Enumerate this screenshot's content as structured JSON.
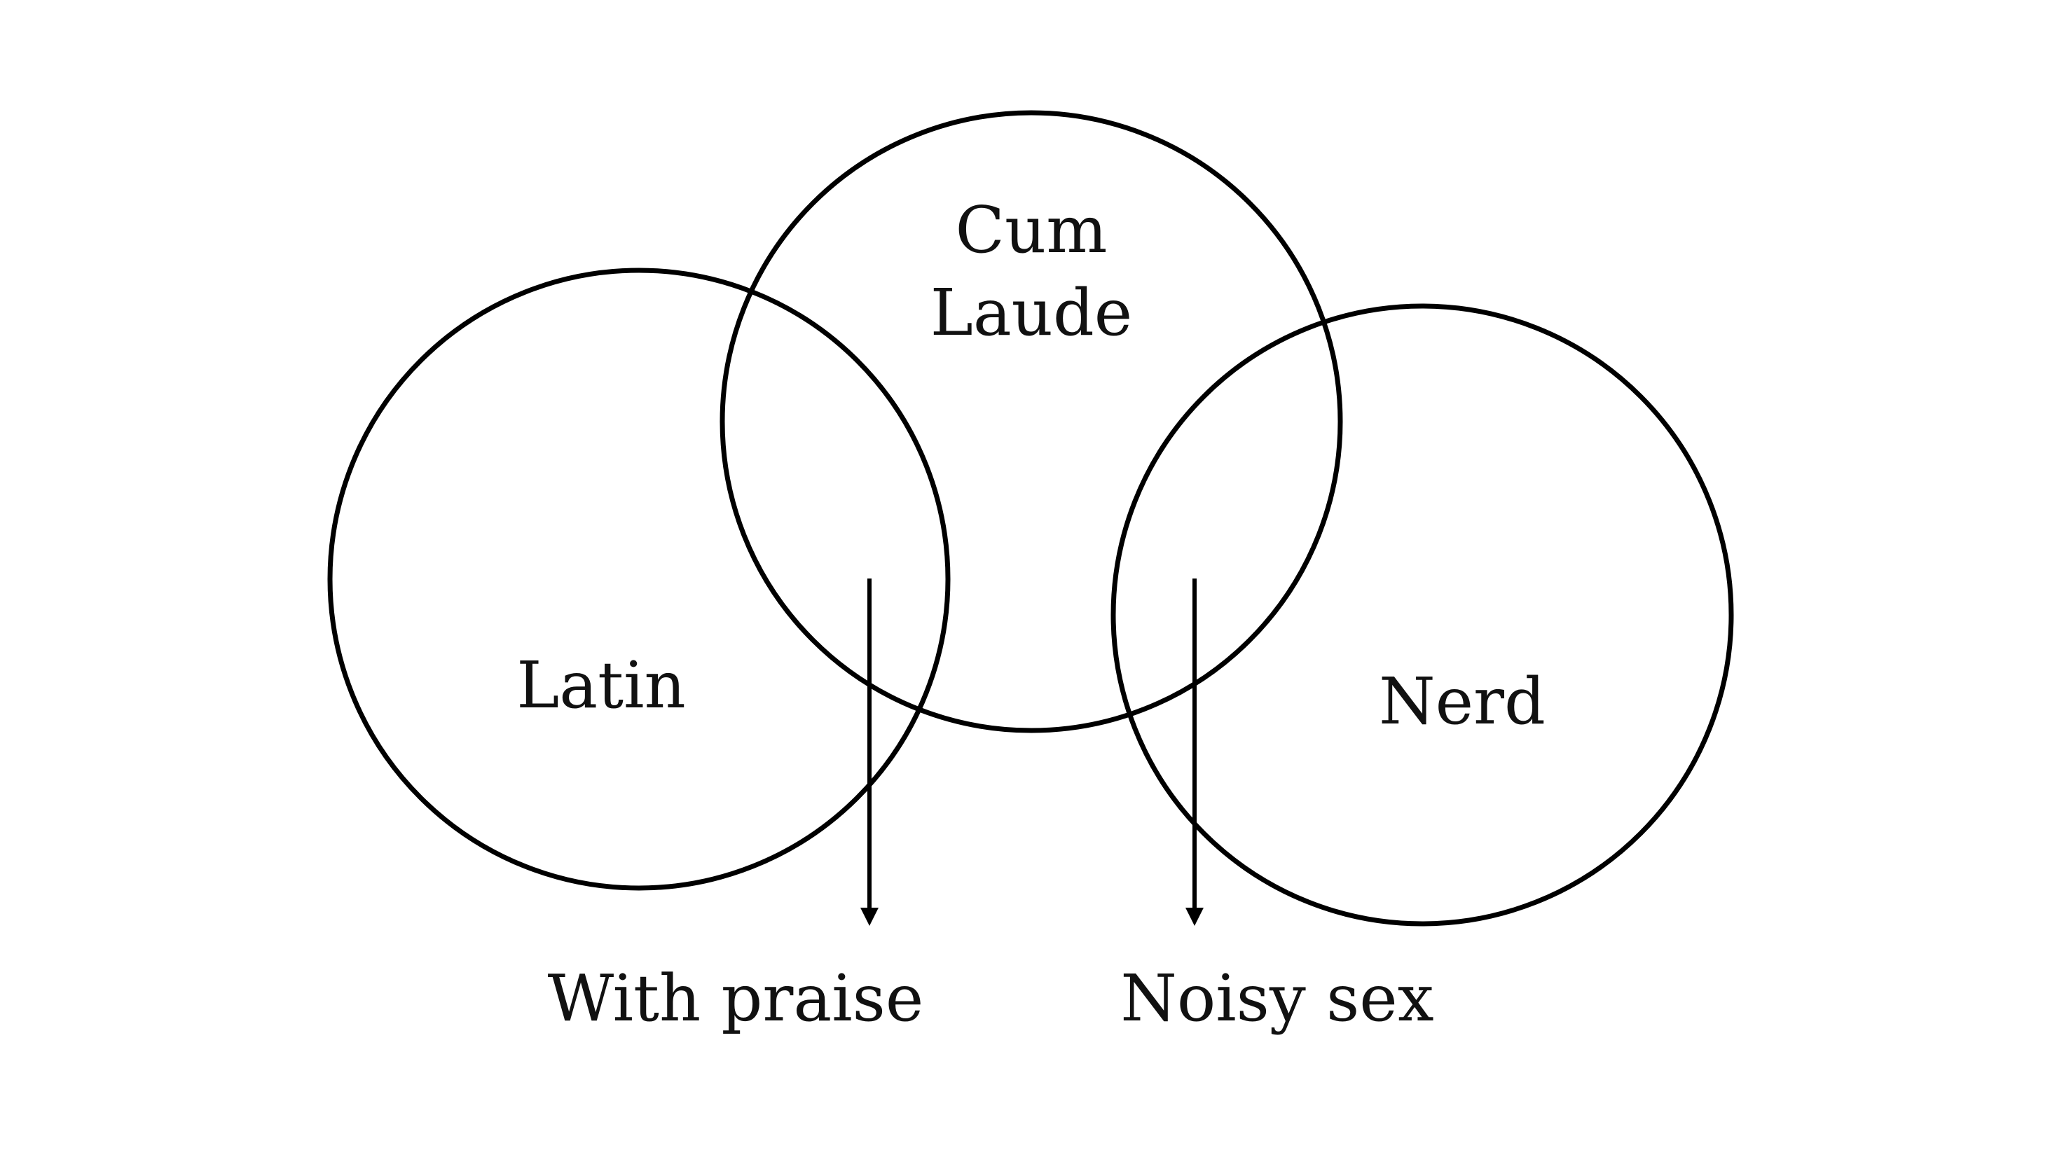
{
  "circles": [
    {
      "name": "circle-latin",
      "label": "Latin"
    },
    {
      "name": "circle-cum-laude",
      "label_lines": [
        "Cum",
        "Laude"
      ]
    },
    {
      "name": "circle-nerd",
      "label": "Nerd"
    }
  ],
  "outputs": [
    {
      "label": "With praise"
    },
    {
      "label": "Noisy sex"
    }
  ],
  "colors": {
    "stroke": "#000000",
    "text": "#111111",
    "background": "#ffffff"
  }
}
